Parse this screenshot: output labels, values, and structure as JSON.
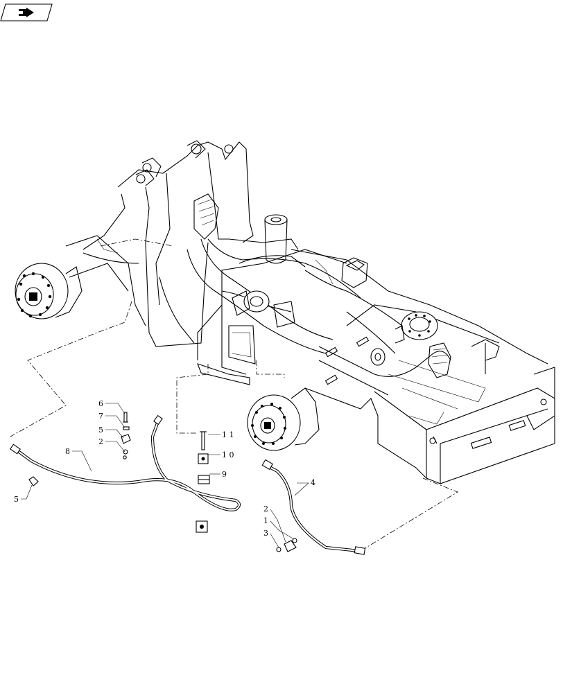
{
  "toolbar": {
    "nav_icon": "hand-pointer-icon"
  },
  "callouts": {
    "c1_right": "1",
    "c2_left": "2",
    "c2_right": "2",
    "c3_right": "3",
    "c4": "4",
    "c5_lower": "5",
    "c5_upper": "5",
    "c6": "6",
    "c7": "7",
    "c8": "8",
    "c9": "9",
    "c10": "1 0",
    "c11": "1 1"
  }
}
